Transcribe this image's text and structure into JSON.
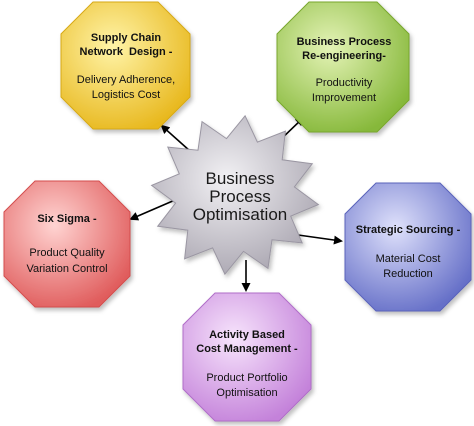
{
  "center": {
    "line1": "Business",
    "line2": "Process",
    "line3": "Optimisation",
    "color": "#b8b4be"
  },
  "nodes": {
    "supply_chain": {
      "title1": "Supply Chain",
      "title2": "Network  Design -",
      "body1": "Delivery Adherence,",
      "body2": "Logistics Cost",
      "color": "#f2cf35"
    },
    "reengineering": {
      "title1": "Business Process",
      "title2": "Re-engineering-",
      "body1": "Productivity",
      "body2": "Improvement",
      "color": "#a2cd5a"
    },
    "six_sigma": {
      "title1": "Six Sigma -",
      "body1": "Product Quality",
      "body2": "Variation Control",
      "color": "#f07a78"
    },
    "sourcing": {
      "title1": "Strategic Sourcing -",
      "body1": "Material Cost",
      "body2": "Reduction",
      "color": "#8088da"
    },
    "abc": {
      "title1": "Activity Based",
      "title2": "Cost Management -",
      "body1": "Product Portfolio",
      "body2": "Optimisation",
      "color": "#d8a2e8"
    }
  }
}
